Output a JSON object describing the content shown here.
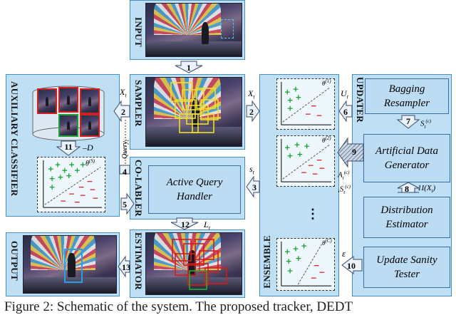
{
  "panels": {
    "input": "INPUT",
    "sampler": "SAMPLER",
    "colabeler": "CO-LABLER",
    "estimator": "ESTIMATOR",
    "output": "OUTPUT",
    "auxiliary": "AUXILIARY CLASSIFIER",
    "ensemble": "ENSEMBLE",
    "updater": "UPDATER"
  },
  "boxes": {
    "active_query": "Active Query Handler",
    "bagging": "Bagging Resampler",
    "artificial": "Artificial Data Generator",
    "distribution": "Distribution Estimator",
    "sanity": "Update Sanity Tester"
  },
  "steps": [
    "1",
    "2",
    "2",
    "3",
    "4",
    "5",
    "6",
    "7",
    "8",
    "9",
    "10",
    "11",
    "12",
    "13"
  ],
  "labels": {
    "xt_left": "X",
    "xt_right": "X",
    "ut": "U",
    "st": "s",
    "query": "Query",
    "lt": "L",
    "d": "D",
    "eps": "ε",
    "one_x": "1I(X",
    "dots": "⋮"
  },
  "colors": {
    "panel": "#bfe0f4",
    "box": "#bcdcf4",
    "plus": "#18a030",
    "minus": "#d82020"
  },
  "caption": "Figure 2: Schematic of the system. The proposed tracker, DEDT"
}
